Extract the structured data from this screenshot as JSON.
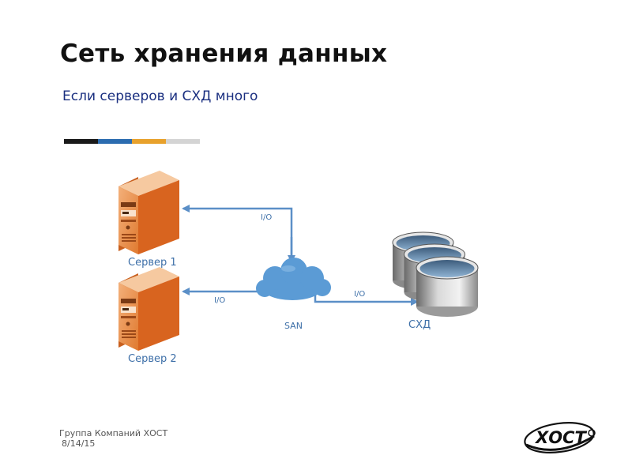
{
  "slide": {
    "title": "Сеть хранения данных",
    "subtitle": "Если серверов и СХД много"
  },
  "colorbar": [
    "#1a1a1a",
    "#2b6cb0",
    "#e8a12c",
    "#d4d4d4"
  ],
  "diagram": {
    "server1_label": "Сервер 1",
    "server2_label": "Сервер 2",
    "san_label": "SAN",
    "storage_label": "СХД",
    "io_top": "I/O",
    "io_left": "I/O",
    "io_right": "I/O"
  },
  "footer": {
    "company": "Группа Компаний ХОСТ",
    "date": "8/14/15"
  },
  "logo": {
    "text": "ХОСТ"
  },
  "colors": {
    "server_orange": "#e07a30",
    "link_blue": "#5b8fc7",
    "cloud_blue": "#5b9bd5",
    "label_blue": "#3d6fa8"
  }
}
